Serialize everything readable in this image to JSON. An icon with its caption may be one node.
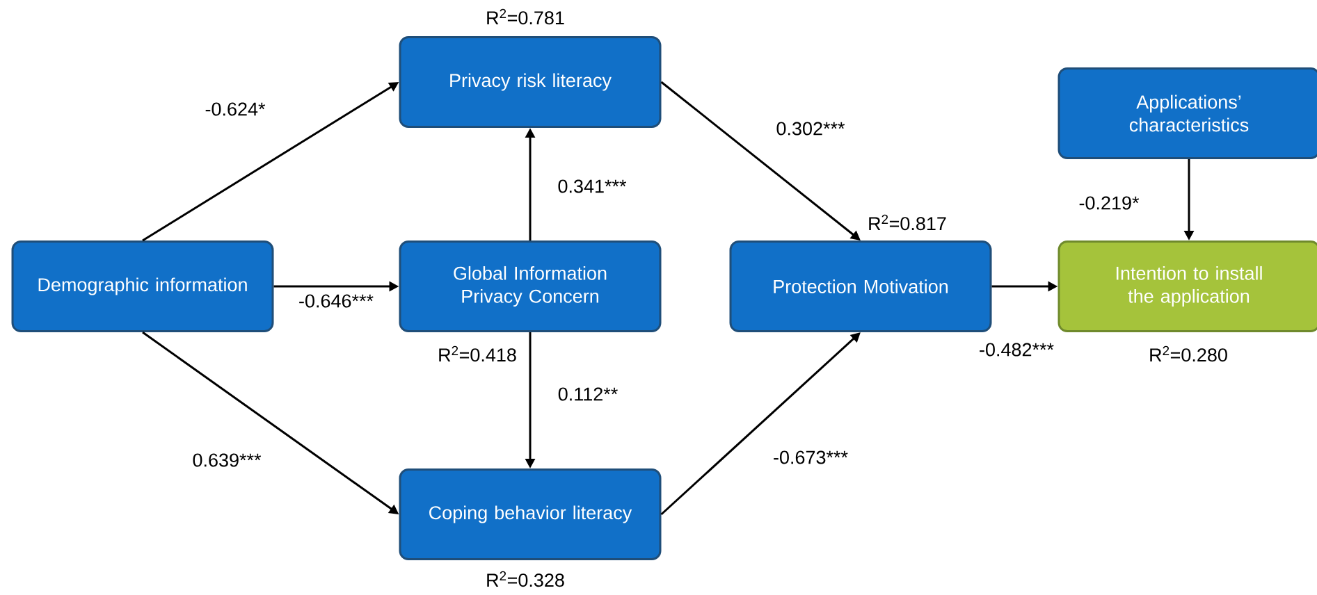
{
  "diagram": {
    "nodes": [
      {
        "text": [
          "Demographic information"
        ]
      },
      {
        "text": [
          "Privacy risk literacy"
        ],
        "beside": [
          "R$^{2}$=0.781"
        ]
      },
      {
        "text": [
          "Global Information Privacy Concern"
        ],
        "beside": [
          "R$^{2}$=0.418"
        ]
      },
      {
        "text": [
          "Coping behavior literacy"
        ],
        "beside": [
          "R$^{2}$=0.328"
        ]
      },
      {
        "text": [
          "Protection Motivation"
        ],
        "beside": [
          "R$^{2}$=0.817"
        ]
      },
      {
        "text": [
          "Applications’ characteristics"
        ]
      },
      {
        "text": [
          "Intention to install the application"
        ],
        "beside": [
          "R$^{2}$=0.280"
        ]
      }
    ],
    "edges": [
      {
        "from": 0,
        "to": 1,
        "arrow": "to",
        "label": "-0.624*"
      },
      {
        "from": 0,
        "to": 2,
        "arrow": "to",
        "label": "-0.646***"
      },
      {
        "from": 0,
        "to": 3,
        "arrow": "to",
        "label": "0.639***"
      },
      {
        "from": 2,
        "to": 1,
        "arrow": "to",
        "label": "0.341***"
      },
      {
        "from": 2,
        "to": 3,
        "arrow": "to",
        "label": "0.112**"
      },
      {
        "from": 1,
        "to": 4,
        "arrow": "to",
        "label": "0.302***"
      },
      {
        "from": 3,
        "to": 4,
        "arrow": "to",
        "label": "-0.673***"
      },
      {
        "from": 4,
        "to": 6,
        "arrow": "to",
        "label": "-0.482***"
      },
      {
        "from": 5,
        "to": 6,
        "arrow": "to",
        "label": "-0.219*"
      }
    ]
  }
}
